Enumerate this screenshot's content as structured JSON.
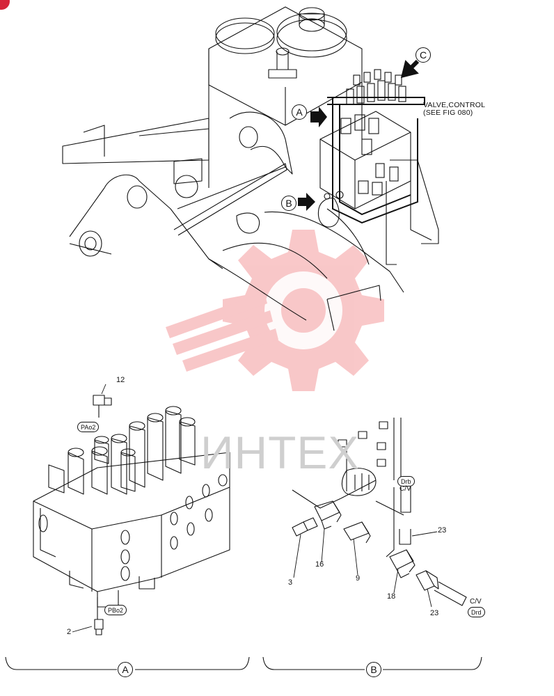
{
  "callouts": {
    "A": "A",
    "B": "B",
    "C": "C"
  },
  "notes": {
    "valve_line1": "VALVE,CONTROL",
    "valve_line2": "(SEE FIG 080)"
  },
  "ports": {
    "pa02": "PAo2",
    "pb02": "PBo2",
    "drb": "Drb",
    "drd": "Drd",
    "cv_top": "C/V",
    "cv_bottom": "C/V"
  },
  "part_numbers": {
    "p12": "12",
    "p2": "2",
    "p3": "3",
    "p16": "16",
    "p9": "9",
    "p18": "18",
    "p23_top": "23",
    "p23_bottom": "23"
  },
  "section_labels": {
    "left": "A",
    "right": "B"
  },
  "watermark": {
    "text": "ИНТЕХ",
    "color": "#e8383d"
  }
}
